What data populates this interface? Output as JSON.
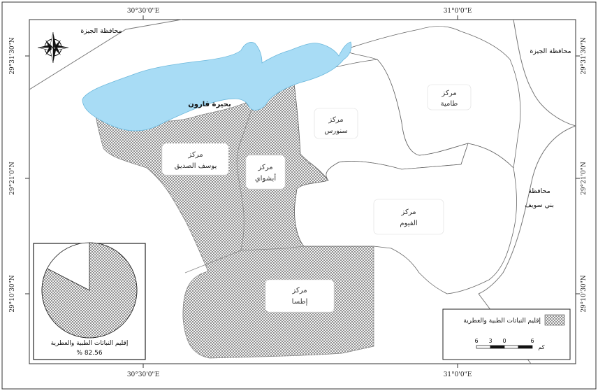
{
  "coordinates": {
    "top": [
      "30°30'0\"E",
      "31°0'0\"E"
    ],
    "bottom": [
      "30°30'0\"E",
      "31°0'0\"E"
    ],
    "left": [
      "29°31'30\"N",
      "29°21'0\"N",
      "29°10'30\"N"
    ],
    "right": [
      "29°31'30\"N",
      "29°21'0\"N",
      "29°10'30\"N"
    ]
  },
  "governorates": {
    "giza_left": "محافظة الجيزة",
    "giza_right": "محافظة الجيزة",
    "beni_suef_line1": "محافظة",
    "beni_suef_line2": "بني سويف"
  },
  "lake": {
    "label": "بحيرة قارون",
    "color": "#a8dcf5"
  },
  "districts": {
    "tamiya": {
      "line1": "مركز",
      "line2": "طامية"
    },
    "sinnuris": {
      "line1": "مركز",
      "line2": "سنورس"
    },
    "yusuf": {
      "line1": "مركز",
      "line2": "يوسف الصديق"
    },
    "ibshaway": {
      "line1": "مركز",
      "line2": "أبشواي"
    },
    "fayoum": {
      "line1": "مركز",
      "line2": "الفيوم"
    },
    "itsa": {
      "line1": "مركز",
      "line2": "إطسا"
    }
  },
  "legend": {
    "label": "إقليم النباتات الطبية والعطرية",
    "scale_labels": [
      "6",
      "3",
      "0",
      "6"
    ],
    "scale_unit": "كم"
  },
  "pie": {
    "caption": "إقليم النباتات الطبية والعطرية",
    "percent_text": "% 82.56",
    "share": 82.56
  }
}
